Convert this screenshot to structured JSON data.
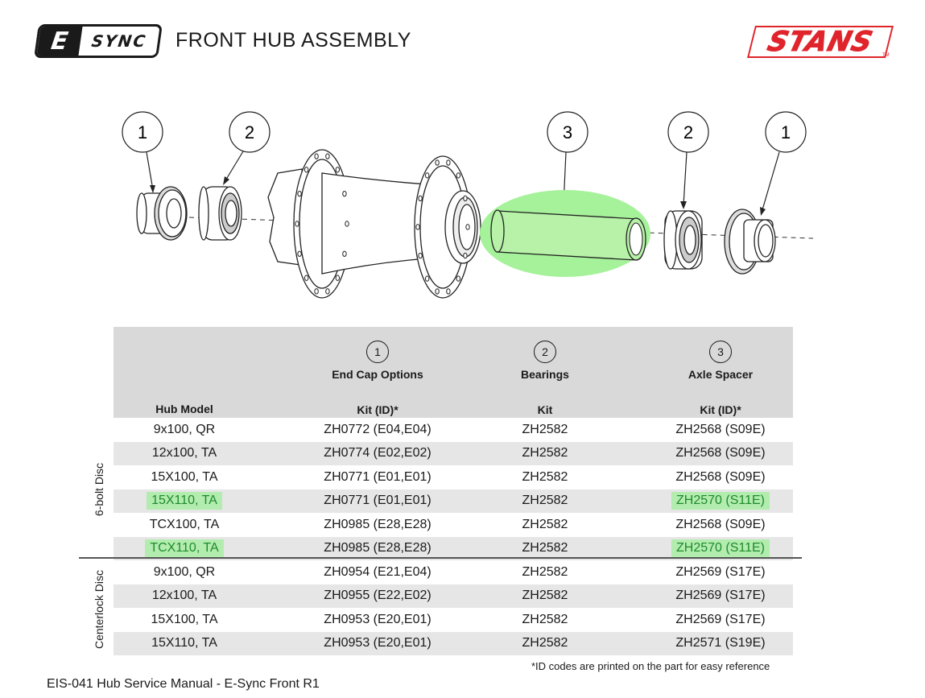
{
  "header": {
    "logo_e": "E",
    "logo_sync": "SYNC",
    "title": "FRONT HUB ASSEMBLY",
    "brand": "STANS",
    "brand_tm": "TM"
  },
  "diagram": {
    "callouts": [
      "1",
      "2",
      "3",
      "2",
      "1"
    ],
    "highlight_color": "#a6f29a"
  },
  "table": {
    "columns": [
      {
        "number": "",
        "title": "",
        "sub": "Hub Model"
      },
      {
        "number": "1",
        "title": "End Cap Options",
        "sub": "Kit  (ID)*"
      },
      {
        "number": "2",
        "title": "Bearings",
        "sub": "Kit"
      },
      {
        "number": "3",
        "title": "Axle Spacer",
        "sub": "Kit  (ID)*"
      }
    ],
    "groups": [
      {
        "label": "6-bolt Disc",
        "rows": [
          {
            "hub": "9x100, QR",
            "endcap": "ZH0772 (E04,E04)",
            "bearing": "ZH2582",
            "spacer": "ZH2568 (S09E)"
          },
          {
            "hub": "12x100, TA",
            "endcap": "ZH0774 (E02,E02)",
            "bearing": "ZH2582",
            "spacer": "ZH2568 (S09E)"
          },
          {
            "hub": "15X100, TA",
            "endcap": "ZH0771 (E01,E01)",
            "bearing": "ZH2582",
            "spacer": "ZH2568 (S09E)"
          },
          {
            "hub": "15X110, TA",
            "endcap": "ZH0771 (E01,E01)",
            "bearing": "ZH2582",
            "spacer": "ZH2570 (S11E)"
          },
          {
            "hub": "TCX100, TA",
            "endcap": "ZH0985 (E28,E28)",
            "bearing": "ZH2582",
            "spacer": "ZH2568 (S09E)"
          },
          {
            "hub": "TCX110, TA",
            "endcap": "ZH0985 (E28,E28)",
            "bearing": "ZH2582",
            "spacer": "ZH2570 (S11E)"
          }
        ]
      },
      {
        "label": "Centerlock Disc",
        "rows": [
          {
            "hub": "9x100, QR",
            "endcap": "ZH0954 (E21,E04)",
            "bearing": "ZH2582",
            "spacer": "ZH2569 (S17E)"
          },
          {
            "hub": "12x100, TA",
            "endcap": "ZH0955 (E22,E02)",
            "bearing": "ZH2582",
            "spacer": "ZH2569 (S17E)"
          },
          {
            "hub": "15X100, TA",
            "endcap": "ZH0953 (E20,E01)",
            "bearing": "ZH2582",
            "spacer": "ZH2569 (S17E)"
          },
          {
            "hub": "15X110, TA",
            "endcap": "ZH0953 (E20,E01)",
            "bearing": "ZH2582",
            "spacer": "ZH2571 (S19E)"
          }
        ]
      }
    ]
  },
  "footnote": "*ID codes are printed on the part for easy reference",
  "footer": "EIS-041 Hub Service Manual - E-Sync Front R1",
  "colors": {
    "brand_red": "#e0242b",
    "highlight_fill": "#b2ecaf",
    "highlight_text": "#1f8a2c",
    "header_gray": "#d9d9d9",
    "row_gray": "#e6e6e6"
  }
}
